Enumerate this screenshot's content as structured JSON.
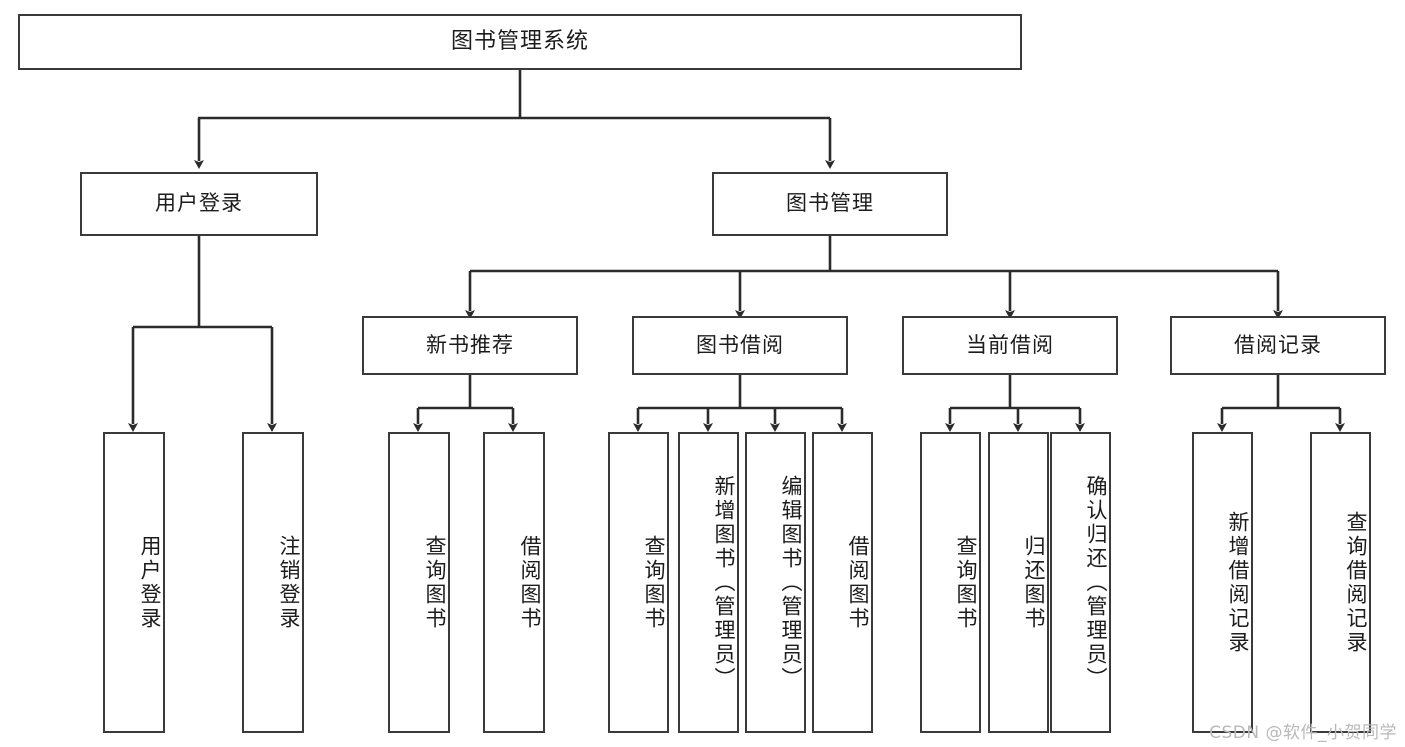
{
  "diagram": {
    "title": "图书管理系统",
    "type": "tree-hierarchy-chart",
    "watermark": "CSDN @软件_小贺同学",
    "colors": {
      "box_border": "#3a3a3a",
      "box_fill": "#ffffff",
      "edge": "#2b2b2b",
      "text": "#1c1c1c",
      "watermark": "#b9b9b9",
      "background": "#ffffff"
    },
    "levels": {
      "root": {
        "label": "图书管理系统"
      },
      "level2": [
        {
          "label": "用户登录"
        },
        {
          "label": "图书管理"
        }
      ],
      "level3": [
        {
          "label": "新书推荐"
        },
        {
          "label": "图书借阅"
        },
        {
          "label": "当前借阅"
        },
        {
          "label": "借阅记录"
        }
      ],
      "leaves": {
        "user_login": [
          {
            "label": "用户登录"
          },
          {
            "label": "注销登录"
          }
        ],
        "new_book_recommend": [
          {
            "label": "查询图书"
          },
          {
            "label": "借阅图书"
          }
        ],
        "book_borrow": [
          {
            "label": "查询图书"
          },
          {
            "label": "新增图书（管理员）"
          },
          {
            "label": "编辑图书（管理员）"
          },
          {
            "label": "借阅图书"
          }
        ],
        "current_borrow": [
          {
            "label": "查询图书"
          },
          {
            "label": "归还图书"
          },
          {
            "label": "确认归还（管理员）"
          }
        ],
        "borrow_record": [
          {
            "label": "新增借阅记录"
          },
          {
            "label": "查询借阅记录"
          }
        ]
      }
    }
  }
}
